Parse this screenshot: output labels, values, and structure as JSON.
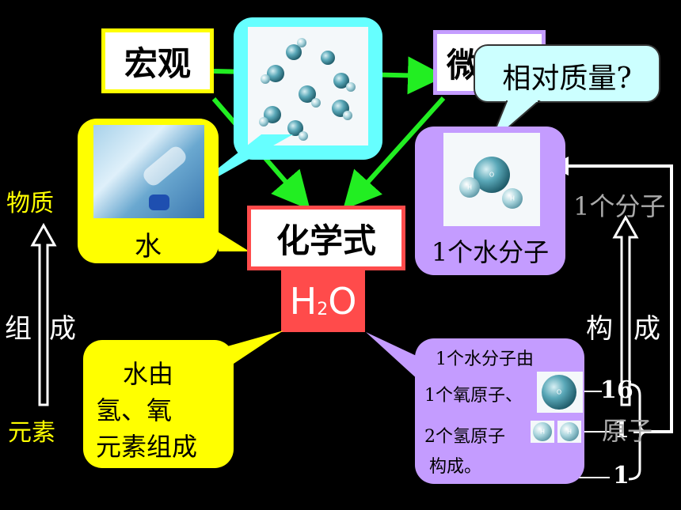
{
  "labels": {
    "macro": "宏观",
    "micro": "微观",
    "formula": "化学式",
    "formula_h": "H",
    "formula_sub": "2",
    "formula_o": "O",
    "question": "相对质量?",
    "water": "水",
    "one_molecule": "1个水分子",
    "composition_line1": "水由",
    "composition_line2": "氢、氧",
    "composition_line3": "元素组成",
    "struct_line1": "1个水分子由",
    "struct_line2": "1个氧原子、",
    "struct_line3": "2个氢原子",
    "struct_line4": "构成。",
    "o_mass": "16",
    "h_mass_1": "1",
    "h_mass_2": "1",
    "atom_label": "原子",
    "molecule_label": "1个分子",
    "matter": "物质",
    "element": "元素",
    "compose_left_1": "组",
    "compose_left_2": "成",
    "constitute_right_1": "构",
    "constitute_right_2": "成",
    "atom_o": "O",
    "atom_h": "H"
  },
  "colors": {
    "yellow": "#ffff00",
    "purple": "#c49cff",
    "cyan": "#66ffff",
    "green": "#22ee22",
    "red": "#ff4b4b",
    "macro_border": "#ffff00",
    "micro_border": "#c49cff",
    "formula_border": "#ff4b4b"
  }
}
